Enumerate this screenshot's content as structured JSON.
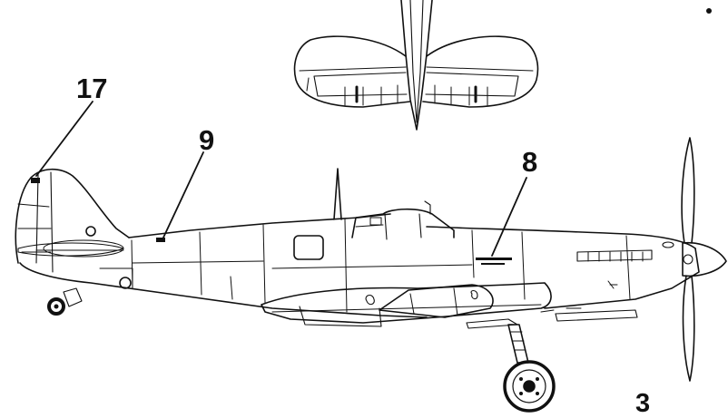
{
  "callouts": {
    "c17": "17",
    "c9": "9",
    "c8": "8",
    "c3": "3"
  },
  "colors": {
    "ink": "#111111",
    "paper": "#ffffff"
  }
}
